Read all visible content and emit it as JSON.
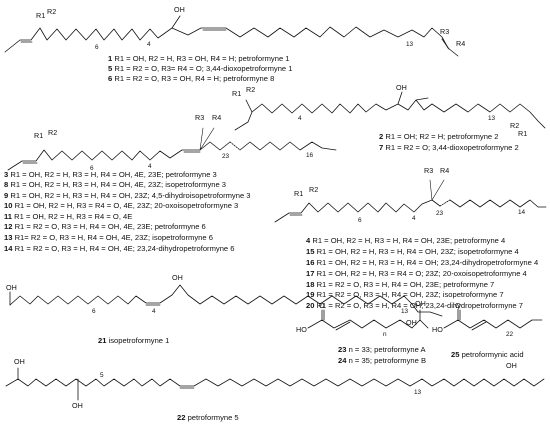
{
  "figure": {
    "structures": [
      {
        "id": "s1",
        "markers": [
          {
            "text": "R1"
          },
          {
            "text": "R2"
          },
          {
            "text": "OH"
          },
          {
            "text": "6"
          },
          {
            "text": "4"
          },
          {
            "text": "13"
          },
          {
            "text": "R3"
          },
          {
            "text": "R4"
          }
        ],
        "captions": [
          {
            "num": "1",
            "text": "R1 = OH, R2 = H, R3 = OH, R4 = H; petroformyne 1"
          },
          {
            "num": "5",
            "text": "R1 = R2 = O, R3= R4 = O; 3,44-dioxopetroformyne 1"
          },
          {
            "num": "6",
            "text": "R1 = R2 = O, R3 = OH, R4 = H; petroformyne 8"
          }
        ]
      },
      {
        "id": "s2",
        "markers": [
          {
            "text": "R1"
          },
          {
            "text": "R2"
          },
          {
            "text": "OH"
          },
          {
            "text": "4"
          },
          {
            "text": "13"
          },
          {
            "text": "R2"
          },
          {
            "text": "R1"
          }
        ],
        "captions": [
          {
            "num": "2",
            "text": "R1 = OH; R2 = H; petroformyne 2"
          },
          {
            "num": "7",
            "text": "R1 = R2 = O; 3,44-dioxopetroformyne 2"
          }
        ]
      },
      {
        "id": "s3",
        "markers": [
          {
            "text": "R1"
          },
          {
            "text": "R2"
          },
          {
            "text": "R3"
          },
          {
            "text": "R4"
          },
          {
            "text": "6"
          },
          {
            "text": "4"
          },
          {
            "text": "23"
          },
          {
            "text": "16"
          }
        ],
        "captions": [
          {
            "num": "3",
            "text": "R1 = OH, R2 = H, R3 = H, R4 = OH, 4E, 23E; petroformyne 3"
          },
          {
            "num": "8",
            "text": "R1 = OH, R2 = H, R3 = H, R4 = OH, 4E, 23Z; isopetroformyne 3"
          },
          {
            "num": "9",
            "text": "R1 = OH, R2 = H, R3 = H, R4 = OH, 23Z; 4,5-dihydroisopetroformyne 3"
          },
          {
            "num": "10",
            "text": "R1 = OH, R2 = H, R3 = R4 = O, 4E, 23Z; 20-oxoisopetroformyne 3"
          },
          {
            "num": "11",
            "text": "R1 = OH, R2 = H, R3 = R4 = O, 4E"
          },
          {
            "num": "12",
            "text": "R1 = R2 = O, R3 = H, R4 = OH, 4E, 23E; petroformyne 6"
          },
          {
            "num": "13",
            "text": "R1= R2 = O, R3 = H, R4 = OH, 4E, 23Z; isopetroformyne 6"
          },
          {
            "num": "14",
            "text": "R1 = R2 = O, R3 = H, R4 = OH, 4E; 23,24-dihydropetroformyne 6"
          }
        ]
      },
      {
        "id": "s4",
        "markers": [
          {
            "text": "R1"
          },
          {
            "text": "R2"
          },
          {
            "text": "R3"
          },
          {
            "text": "R4"
          },
          {
            "text": "6"
          },
          {
            "text": "4"
          },
          {
            "text": "23"
          },
          {
            "text": "14"
          }
        ],
        "captions": [
          {
            "num": "4",
            "text": "R1 = OH, R2 = H, R3 = H, R4 = OH, 23E; petroformyne 4"
          },
          {
            "num": "15",
            "text": "R1 = OH, R2 = H, R3 = H, R4 = OH, 23Z; isopetroformyne 4"
          },
          {
            "num": "16",
            "text": "R1 = OH, R2 = H, R3 = H, R4 = OH; 23,24-dihydropetroformyne 4"
          },
          {
            "num": "17",
            "text": "R1 = OH, R2 = H, R3 = R4 = O; 23Z; 20-oxoisopetroformyne 4"
          },
          {
            "num": "18",
            "text": "R1 = R2 = O, R3 = H, R4 = OH, 23E; petroformyne 7"
          },
          {
            "num": "19",
            "text": "R1 = R2 = O, R3 = H, R4 = OH, 23Z; isopetroformyne 7"
          },
          {
            "num": "20",
            "text": "R1 = R2 = O, R3 = H, R4 = OH; 23,24-dihydropetroformyne 7"
          }
        ]
      },
      {
        "id": "s21",
        "markers": [
          {
            "text": "OH"
          },
          {
            "text": "OH"
          },
          {
            "text": "6"
          },
          {
            "text": "4"
          },
          {
            "text": "13"
          },
          {
            "text": "OH"
          }
        ],
        "captions": [
          {
            "num": "21",
            "text": "isopetroformyne 1"
          }
        ]
      },
      {
        "id": "s22",
        "markers": [
          {
            "text": "OH"
          },
          {
            "text": "5"
          },
          {
            "text": "OH"
          },
          {
            "text": "13"
          },
          {
            "text": "OH"
          }
        ],
        "captions": [
          {
            "num": "22",
            "text": "petroformyne 5"
          }
        ]
      },
      {
        "id": "s23",
        "markers": [
          {
            "text": "O"
          },
          {
            "text": "HO"
          },
          {
            "text": "n"
          },
          {
            "text": "OH"
          }
        ],
        "captions": [
          {
            "num": "23",
            "text": "n = 33; petroformyne A"
          },
          {
            "num": "24",
            "text": "n = 35; petroformyne B"
          }
        ]
      },
      {
        "id": "s25",
        "markers": [
          {
            "text": "O"
          },
          {
            "text": "HO"
          },
          {
            "text": "22"
          }
        ],
        "captions": [
          {
            "num": "25",
            "text": "petroformynic acid"
          }
        ]
      }
    ]
  }
}
